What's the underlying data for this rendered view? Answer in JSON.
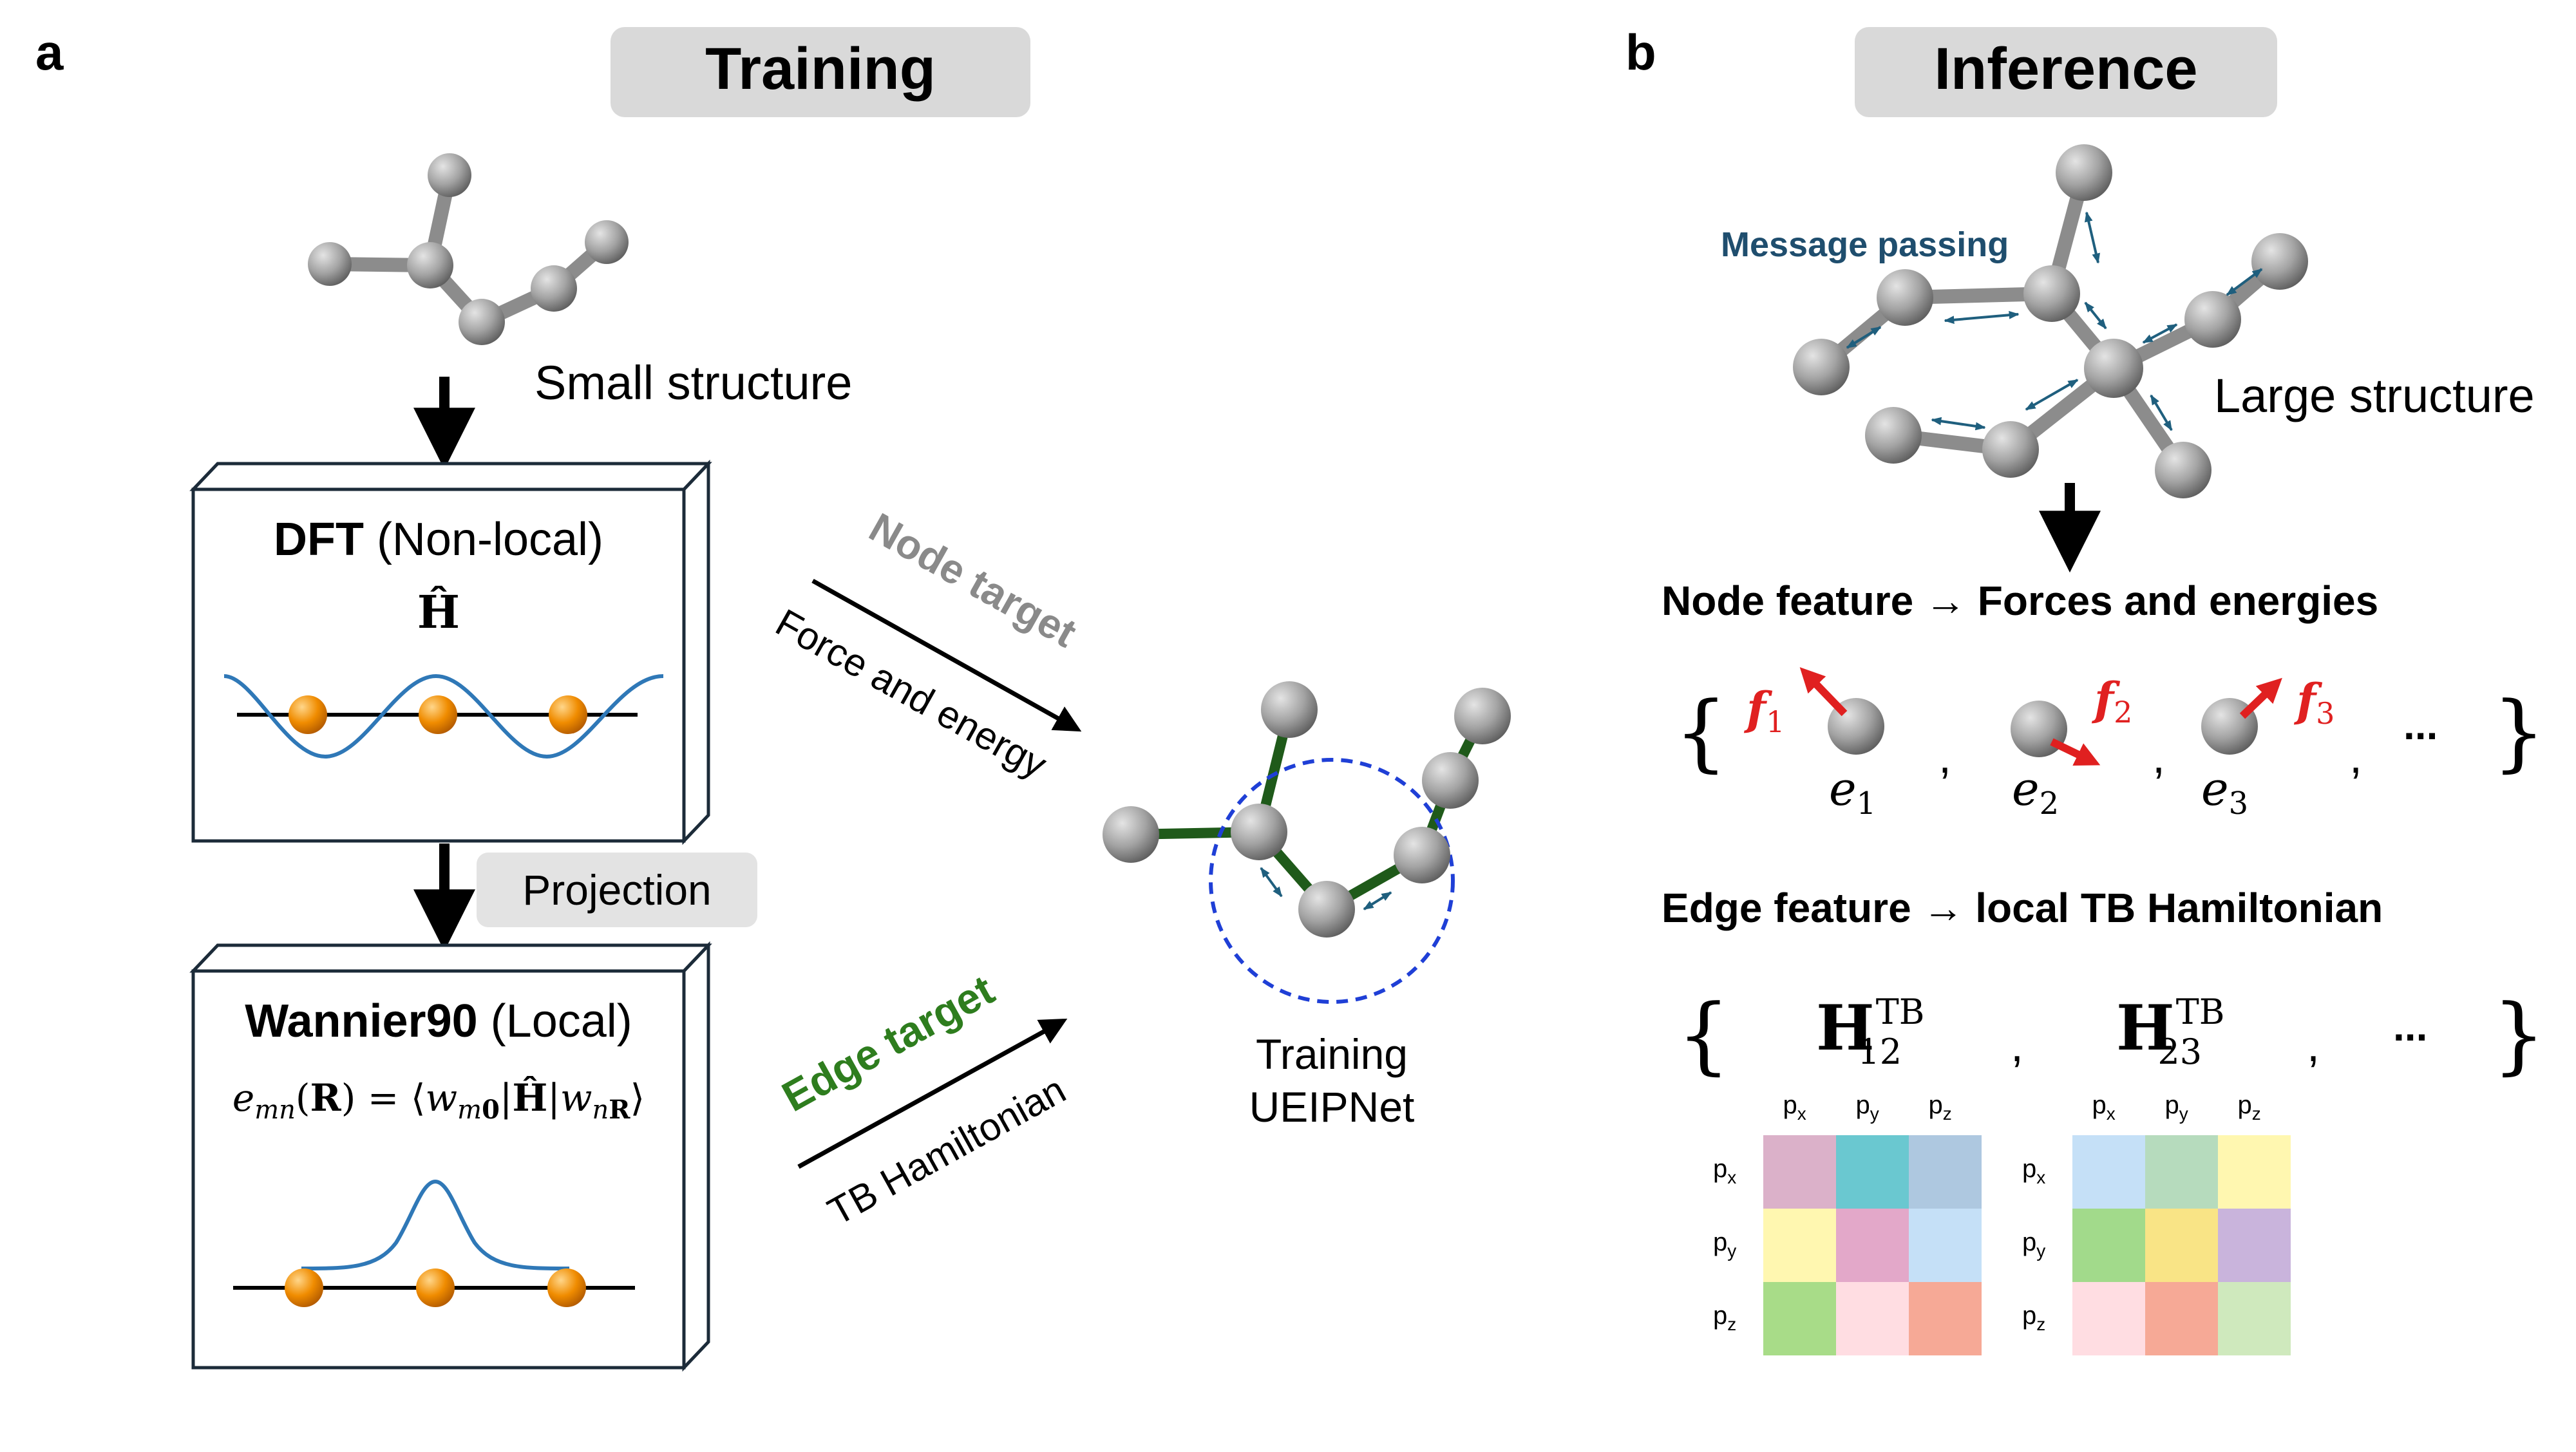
{
  "panel_a": {
    "label": "a",
    "header": "Training",
    "small_structure_label": "Small structure",
    "dft_box": {
      "title_bold": "DFT",
      "title_rest": " (Non-local)",
      "operator": "Ĥ"
    },
    "projection_label": "Projection",
    "wannier_box": {
      "title_bold": "Wannier90",
      "title_rest": " (Local)",
      "formula": "e_mn(R) = ⟨w_m0|Ĥ|w_nR⟩"
    },
    "node_target_label": "Node target",
    "force_energy_label": "Force and energy",
    "edge_target_label": "Edge target",
    "tb_hamiltonian_label": "TB Hamiltonian",
    "training_label_line1": "Training",
    "training_label_line2": "UEIPNet"
  },
  "panel_b": {
    "label": "b",
    "header": "Inference",
    "message_passing_label": "Message passing",
    "large_structure_label": "Large structure",
    "node_feature_heading": "Node feature → Forces and energies",
    "node_set": {
      "open_brace": "{",
      "close_brace": "}",
      "ellipsis": "...",
      "items": [
        {
          "force": "f",
          "force_sub": "1",
          "energy": "e",
          "energy_sub": "1"
        },
        {
          "force": "f",
          "force_sub": "2",
          "energy": "e",
          "energy_sub": "2"
        },
        {
          "force": "f",
          "force_sub": "3",
          "energy": "e",
          "energy_sub": "3"
        }
      ]
    },
    "edge_feature_heading": "Edge feature → local TB Hamiltonian",
    "edge_set": {
      "open_brace": "{",
      "close_brace": "}",
      "ellipsis": "...",
      "items": [
        {
          "symbol": "H",
          "sub": "12",
          "sup": "TB"
        },
        {
          "symbol": "H",
          "sub": "23",
          "sup": "TB"
        }
      ]
    },
    "matrix_labels": [
      "p",
      "p",
      "p"
    ],
    "matrix_label_subs": [
      "x",
      "y",
      "z"
    ],
    "matrices": [
      {
        "colors": [
          [
            "#dbb1c9",
            "#6ac8d0",
            "#aec8e0"
          ],
          [
            "#fff7b0",
            "#e3a8c9",
            "#c5e0f7"
          ],
          [
            "#a8dc88",
            "#ffdde2",
            "#f6a996"
          ]
        ]
      },
      {
        "colors": [
          [
            "#c5e0f7",
            "#b6dbbd",
            "#fff7b0"
          ],
          [
            "#a2da8b",
            "#f9e486",
            "#c9b4dc"
          ],
          [
            "#ffdde2",
            "#f6a996",
            "#cfe9bd"
          ]
        ]
      }
    ]
  },
  "colors": {
    "header_bg": "#d9d9d9",
    "node_target": "#8a8a8a",
    "edge_target": "#2e7d1e",
    "message_passing": "#1f4e6e",
    "atom_gray": "#9e9e9e",
    "atom_orange": "#f08c00",
    "wave_blue": "#2f78b7",
    "bond_green": "#1f5a1a",
    "circle_blue": "#1f3fd6",
    "force_red": "#e02020"
  }
}
